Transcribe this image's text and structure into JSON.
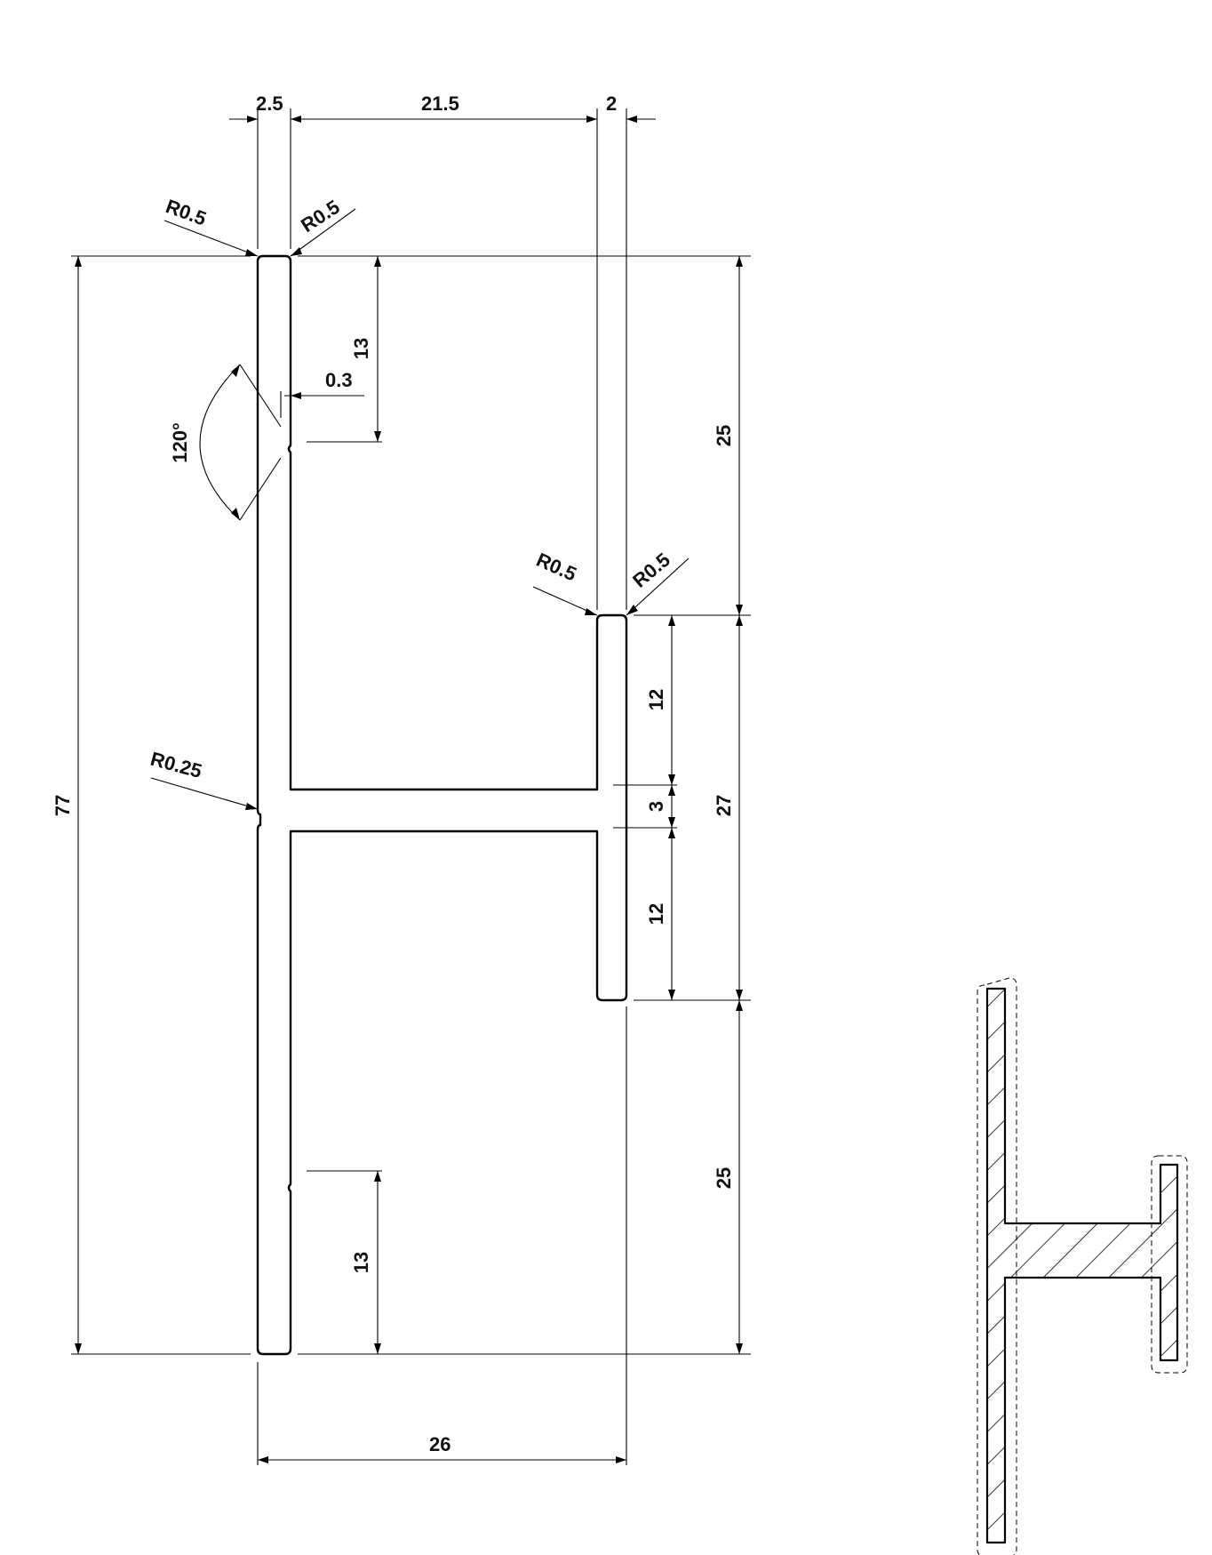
{
  "dimensions": {
    "top_flange_thickness": "2.5",
    "top_gap": "21.5",
    "top_right_thickness": "2",
    "overall_height": "77",
    "upper_span": "25",
    "middle_span": "27",
    "lower_span": "25",
    "groove_offset_top": "13",
    "groove_offset_bottom": "13",
    "groove_depth": "0.3",
    "groove_angle": "120°",
    "flange_upper": "12",
    "web_thickness": "3",
    "flange_lower": "12",
    "overall_width": "26"
  },
  "radii": {
    "top_left": "R0.5",
    "top_right": "R0.5",
    "flange_left": "R0.5",
    "flange_right": "R0.5",
    "web_junction": "R0.25"
  },
  "colors": {
    "line": "#000000",
    "background": "#ffffff"
  }
}
